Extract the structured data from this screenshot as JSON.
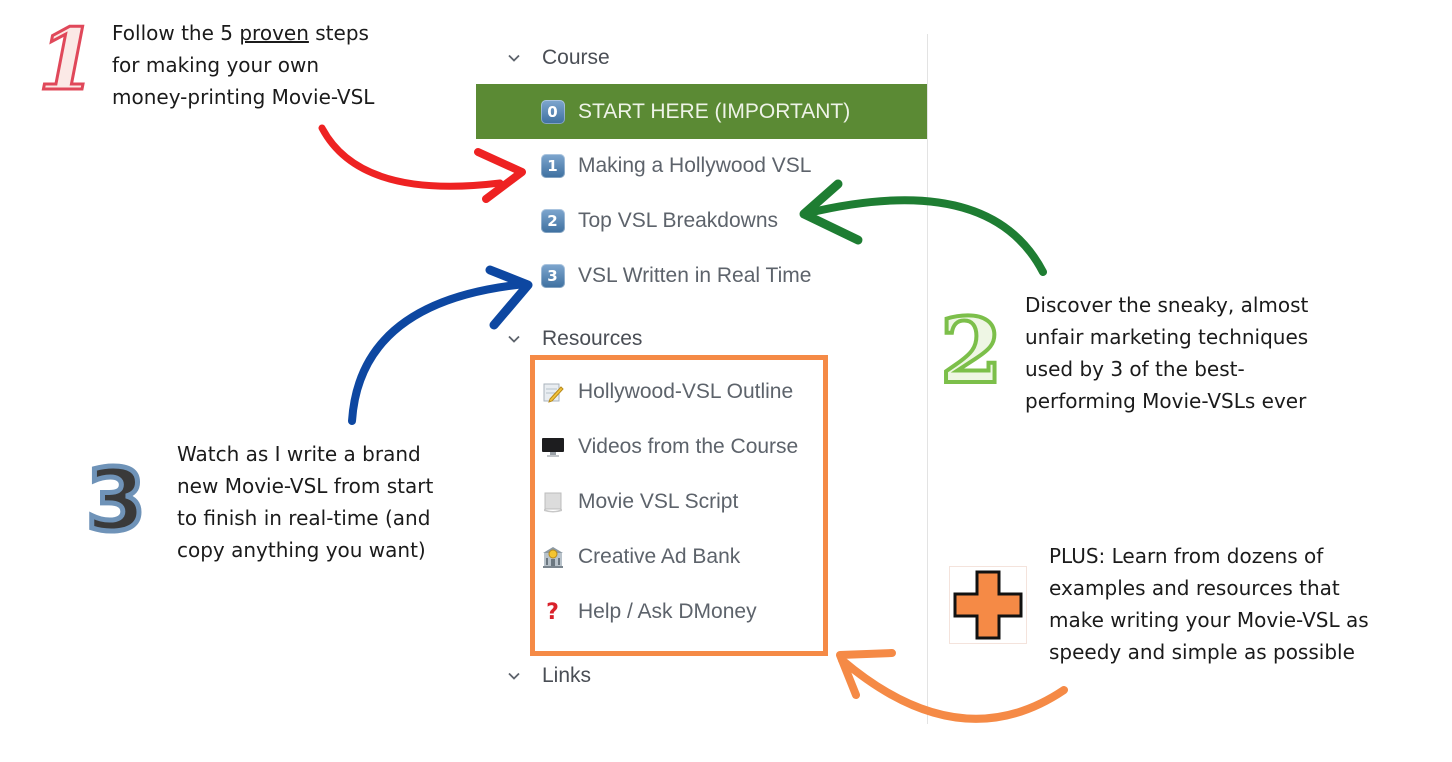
{
  "sidebar": {
    "sections": [
      {
        "title": "Course",
        "items": [
          {
            "icon": "keycap-0-icon",
            "glyph": "0",
            "label": "START HERE (IMPORTANT)",
            "active": true
          },
          {
            "icon": "keycap-1-icon",
            "glyph": "1",
            "label": "Making a Hollywood VSL",
            "active": false
          },
          {
            "icon": "keycap-2-icon",
            "glyph": "2",
            "label": "Top VSL Breakdowns",
            "active": false
          },
          {
            "icon": "keycap-3-icon",
            "glyph": "3",
            "label": "VSL Written in Real Time",
            "active": false
          }
        ]
      },
      {
        "title": "Resources",
        "items": [
          {
            "icon": "memo-pencil-icon",
            "glyph": "📝",
            "label": "Hollywood-VSL Outline"
          },
          {
            "icon": "desktop-computer-icon",
            "glyph": "🖥",
            "label": "Videos from the Course"
          },
          {
            "icon": "scroll-icon",
            "glyph": "📜",
            "label": "Movie VSL Script"
          },
          {
            "icon": "bank-icon",
            "glyph": "🏦",
            "label": "Creative Ad Bank"
          },
          {
            "icon": "question-mark-icon",
            "glyph": "❓",
            "label": "Help / Ask DMoney"
          }
        ]
      },
      {
        "title": "Links",
        "items": []
      }
    ]
  },
  "annotations": {
    "step1": {
      "number": "1",
      "lines": [
        "Follow the 5 ",
        "proven",
        " steps",
        "for making your own",
        "money-printing Movie-VSL"
      ]
    },
    "step2": {
      "number": "2",
      "lines": [
        "Discover the sneaky, almost",
        "unfair marketing techniques",
        "used by 3 of the best-",
        "performing Movie-VSLs ever"
      ]
    },
    "step3": {
      "number": "3",
      "lines": [
        "Watch as I write a brand",
        "new Movie-VSL from start",
        "to finish in real-time (and",
        "copy anything you want)"
      ]
    },
    "plus": {
      "icon": "orange-plus-icon",
      "lines": [
        "PLUS: Learn from dozens of",
        "examples and resources that",
        "make writing your Movie-VSL as",
        "speedy and simple as possible"
      ]
    }
  },
  "colors": {
    "active_item_bg": "#5b8a34",
    "resources_highlight": "#f58a46",
    "arrow_step1": "#ee2222",
    "arrow_step2": "#1e7d32",
    "arrow_step3": "#0d47a1",
    "arrow_plus": "#f58a46",
    "number1": "#e0485a",
    "number2": "#7cbf4a",
    "number3": "#6f93b8"
  }
}
